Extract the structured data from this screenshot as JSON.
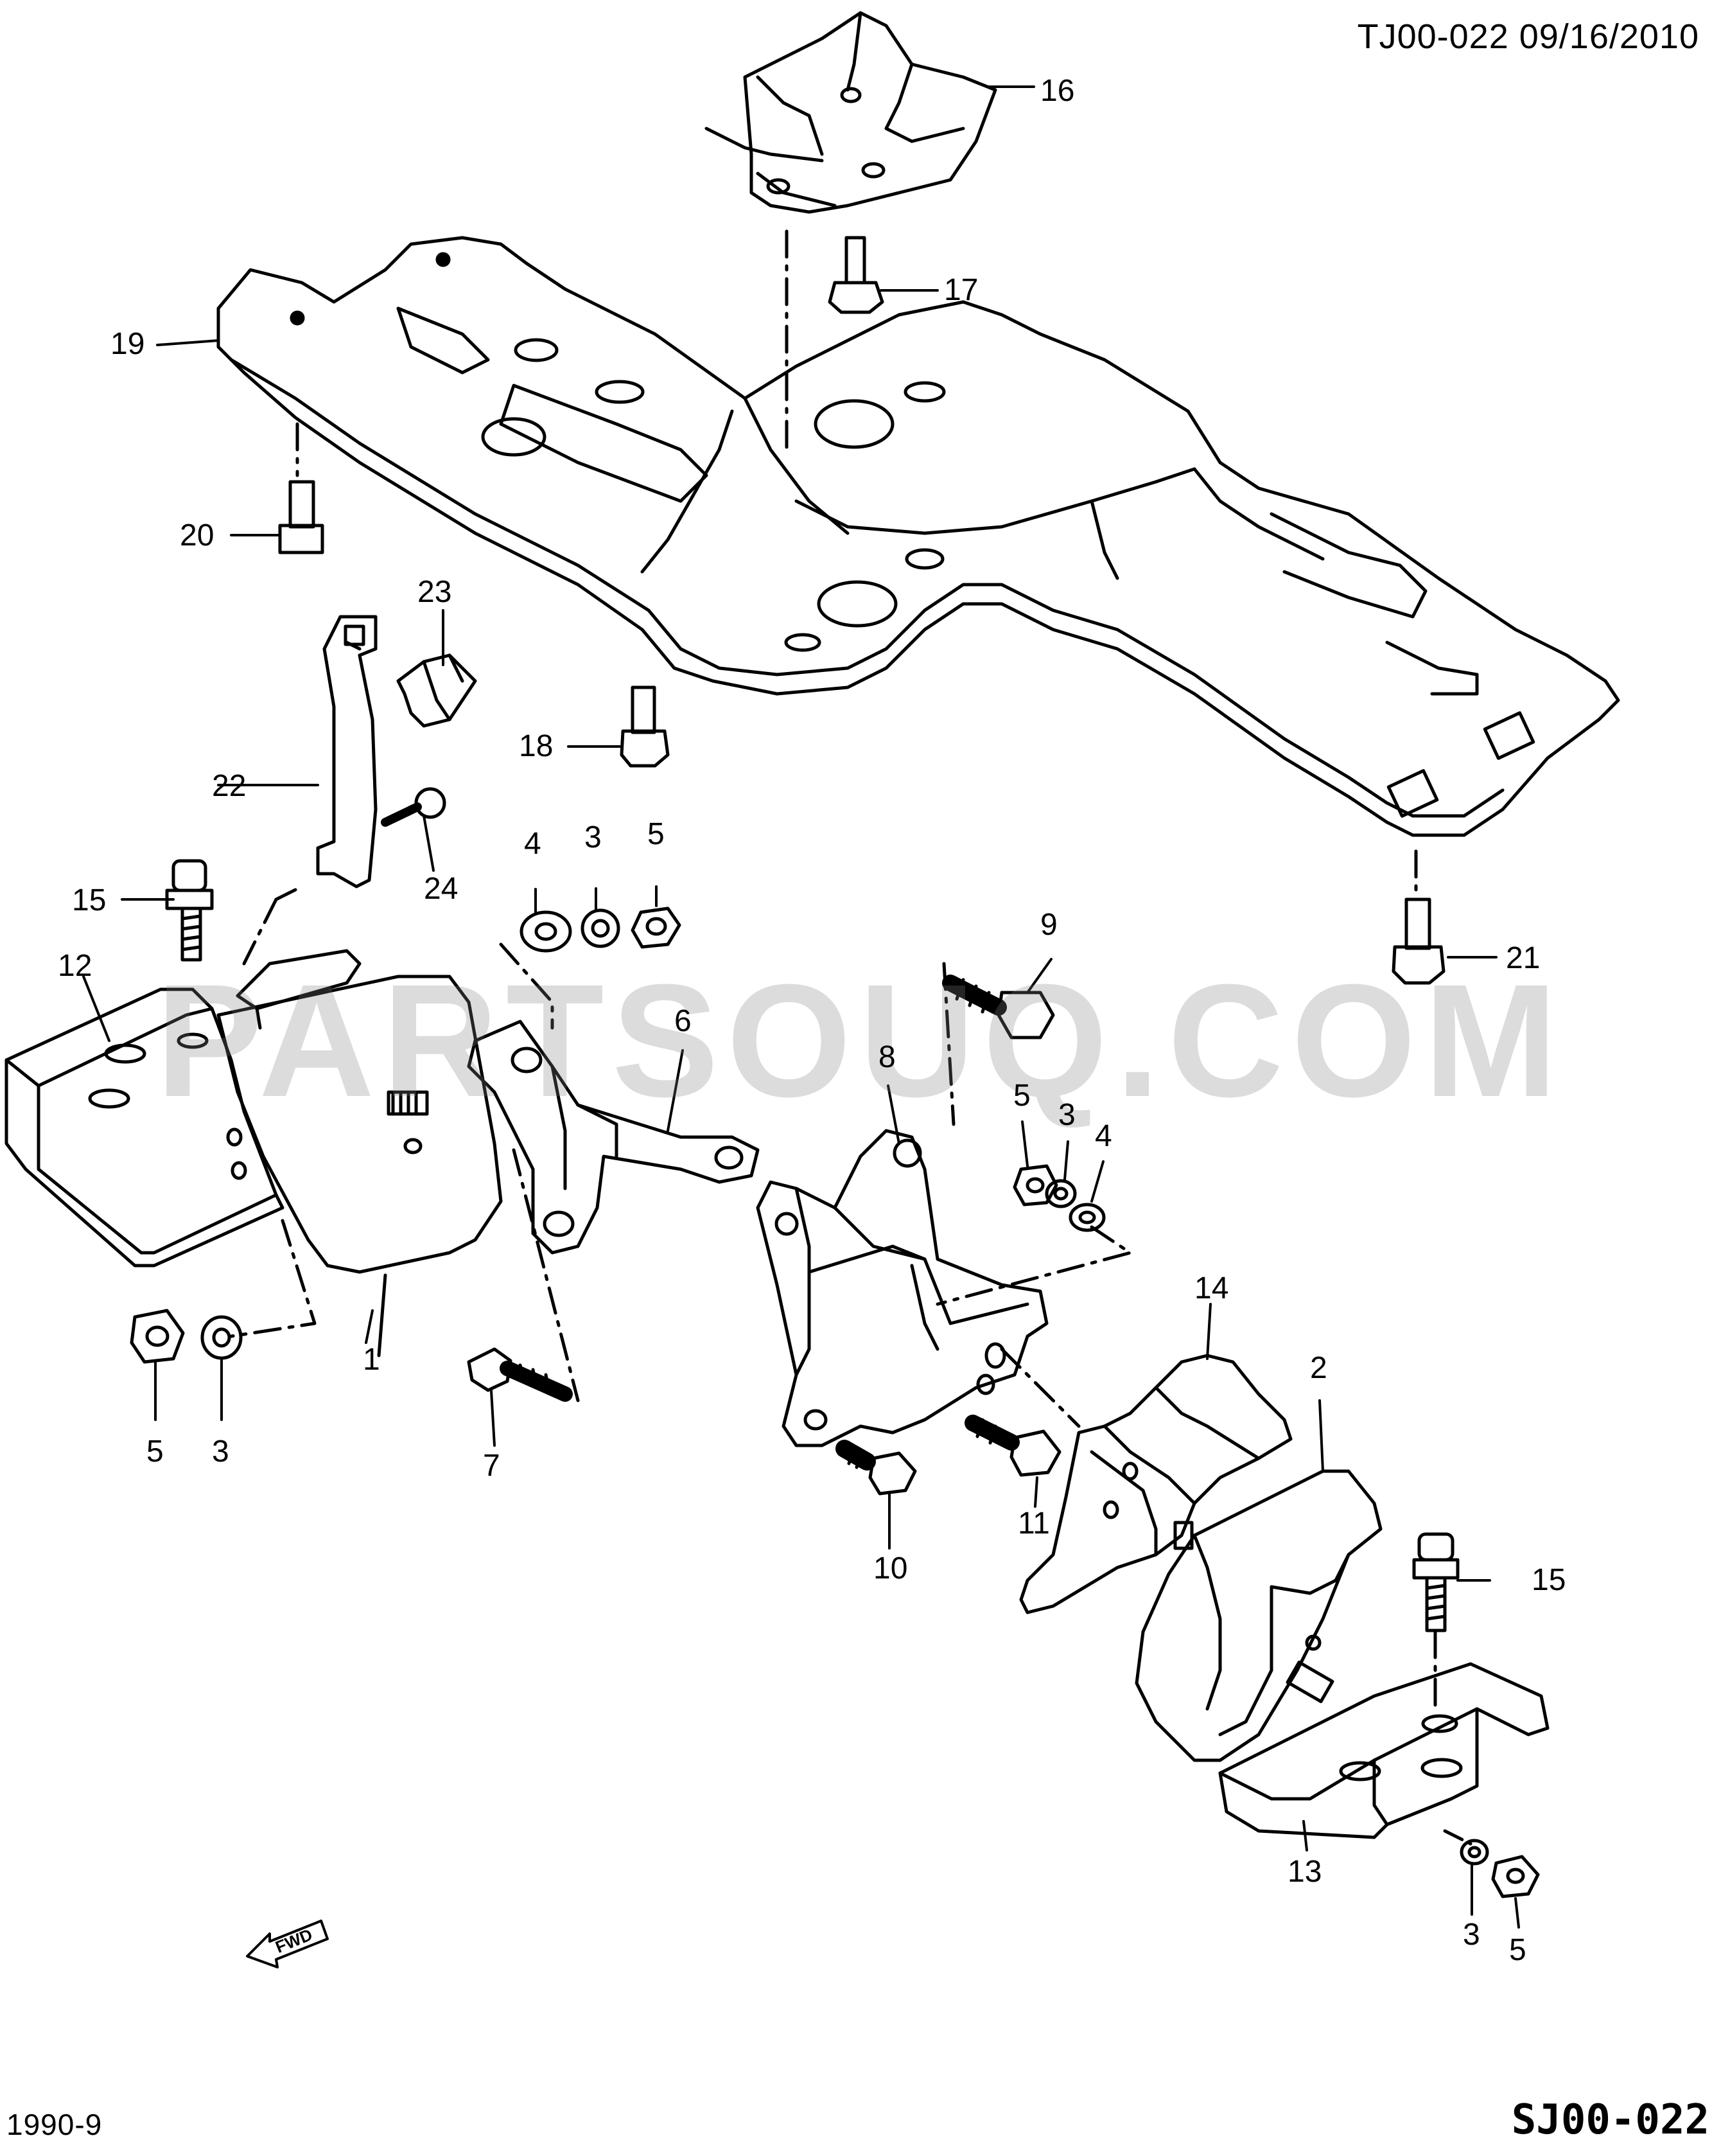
{
  "header": {
    "code_date": "TJ00-022  09/16/2010"
  },
  "footer": {
    "left_code": "1990-9",
    "right_code": "SJ00-022"
  },
  "watermark": "PARTSOUQ.COM",
  "fwd_label": "FWD",
  "callouts": {
    "c1": "1",
    "c2": "2",
    "c3a": "3",
    "c3b": "3",
    "c3c": "3",
    "c3d": "3",
    "c4a": "4",
    "c4b": "4",
    "c5a": "5",
    "c5b": "5",
    "c5c": "5",
    "c5d": "5",
    "c6": "6",
    "c7": "7",
    "c8": "8",
    "c9": "9",
    "c10": "10",
    "c11": "11",
    "c12": "12",
    "c13": "13",
    "c14": "14",
    "c15a": "15",
    "c15b": "15",
    "c16": "16",
    "c17": "17",
    "c18": "18",
    "c19": "19",
    "c20": "20",
    "c21": "21",
    "c22": "22",
    "c23": "23",
    "c24": "24"
  }
}
